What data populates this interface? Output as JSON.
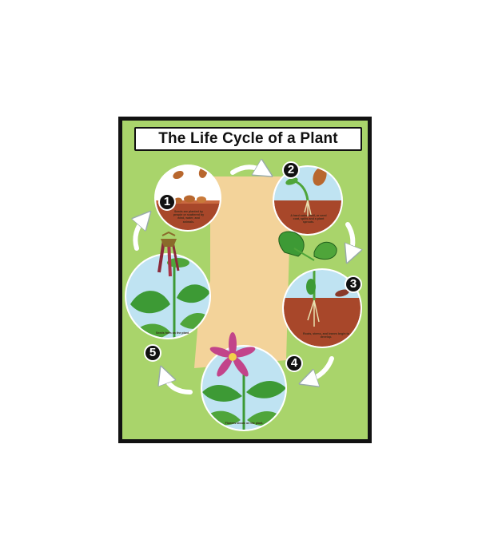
{
  "title": "The Life Cycle of a Plant",
  "stages": [
    {
      "number": "1",
      "caption": "Seeds are planted by people or scattered by wind, water, and animals."
    },
    {
      "number": "2",
      "caption": "A hard outer shell, or seed coat, splits and a plant sprouts."
    },
    {
      "number": "3",
      "caption": "Roots, stems, and leaves begin to develop."
    },
    {
      "number": "4",
      "caption": "Flowers bloom on the plant."
    },
    {
      "number": "5",
      "caption": "Seeds form on the plant."
    }
  ],
  "colors": {
    "frame": "#121212",
    "background": "#a9d46b",
    "path": "#f3d39a",
    "sky": "#bfe3f2",
    "soil": "#a8472a",
    "leaf": "#3d9a35",
    "flower": "#c2448a",
    "arrow": "#ffffff"
  },
  "icons": [
    "curved-arrow-icon",
    "number-badge-icon"
  ]
}
